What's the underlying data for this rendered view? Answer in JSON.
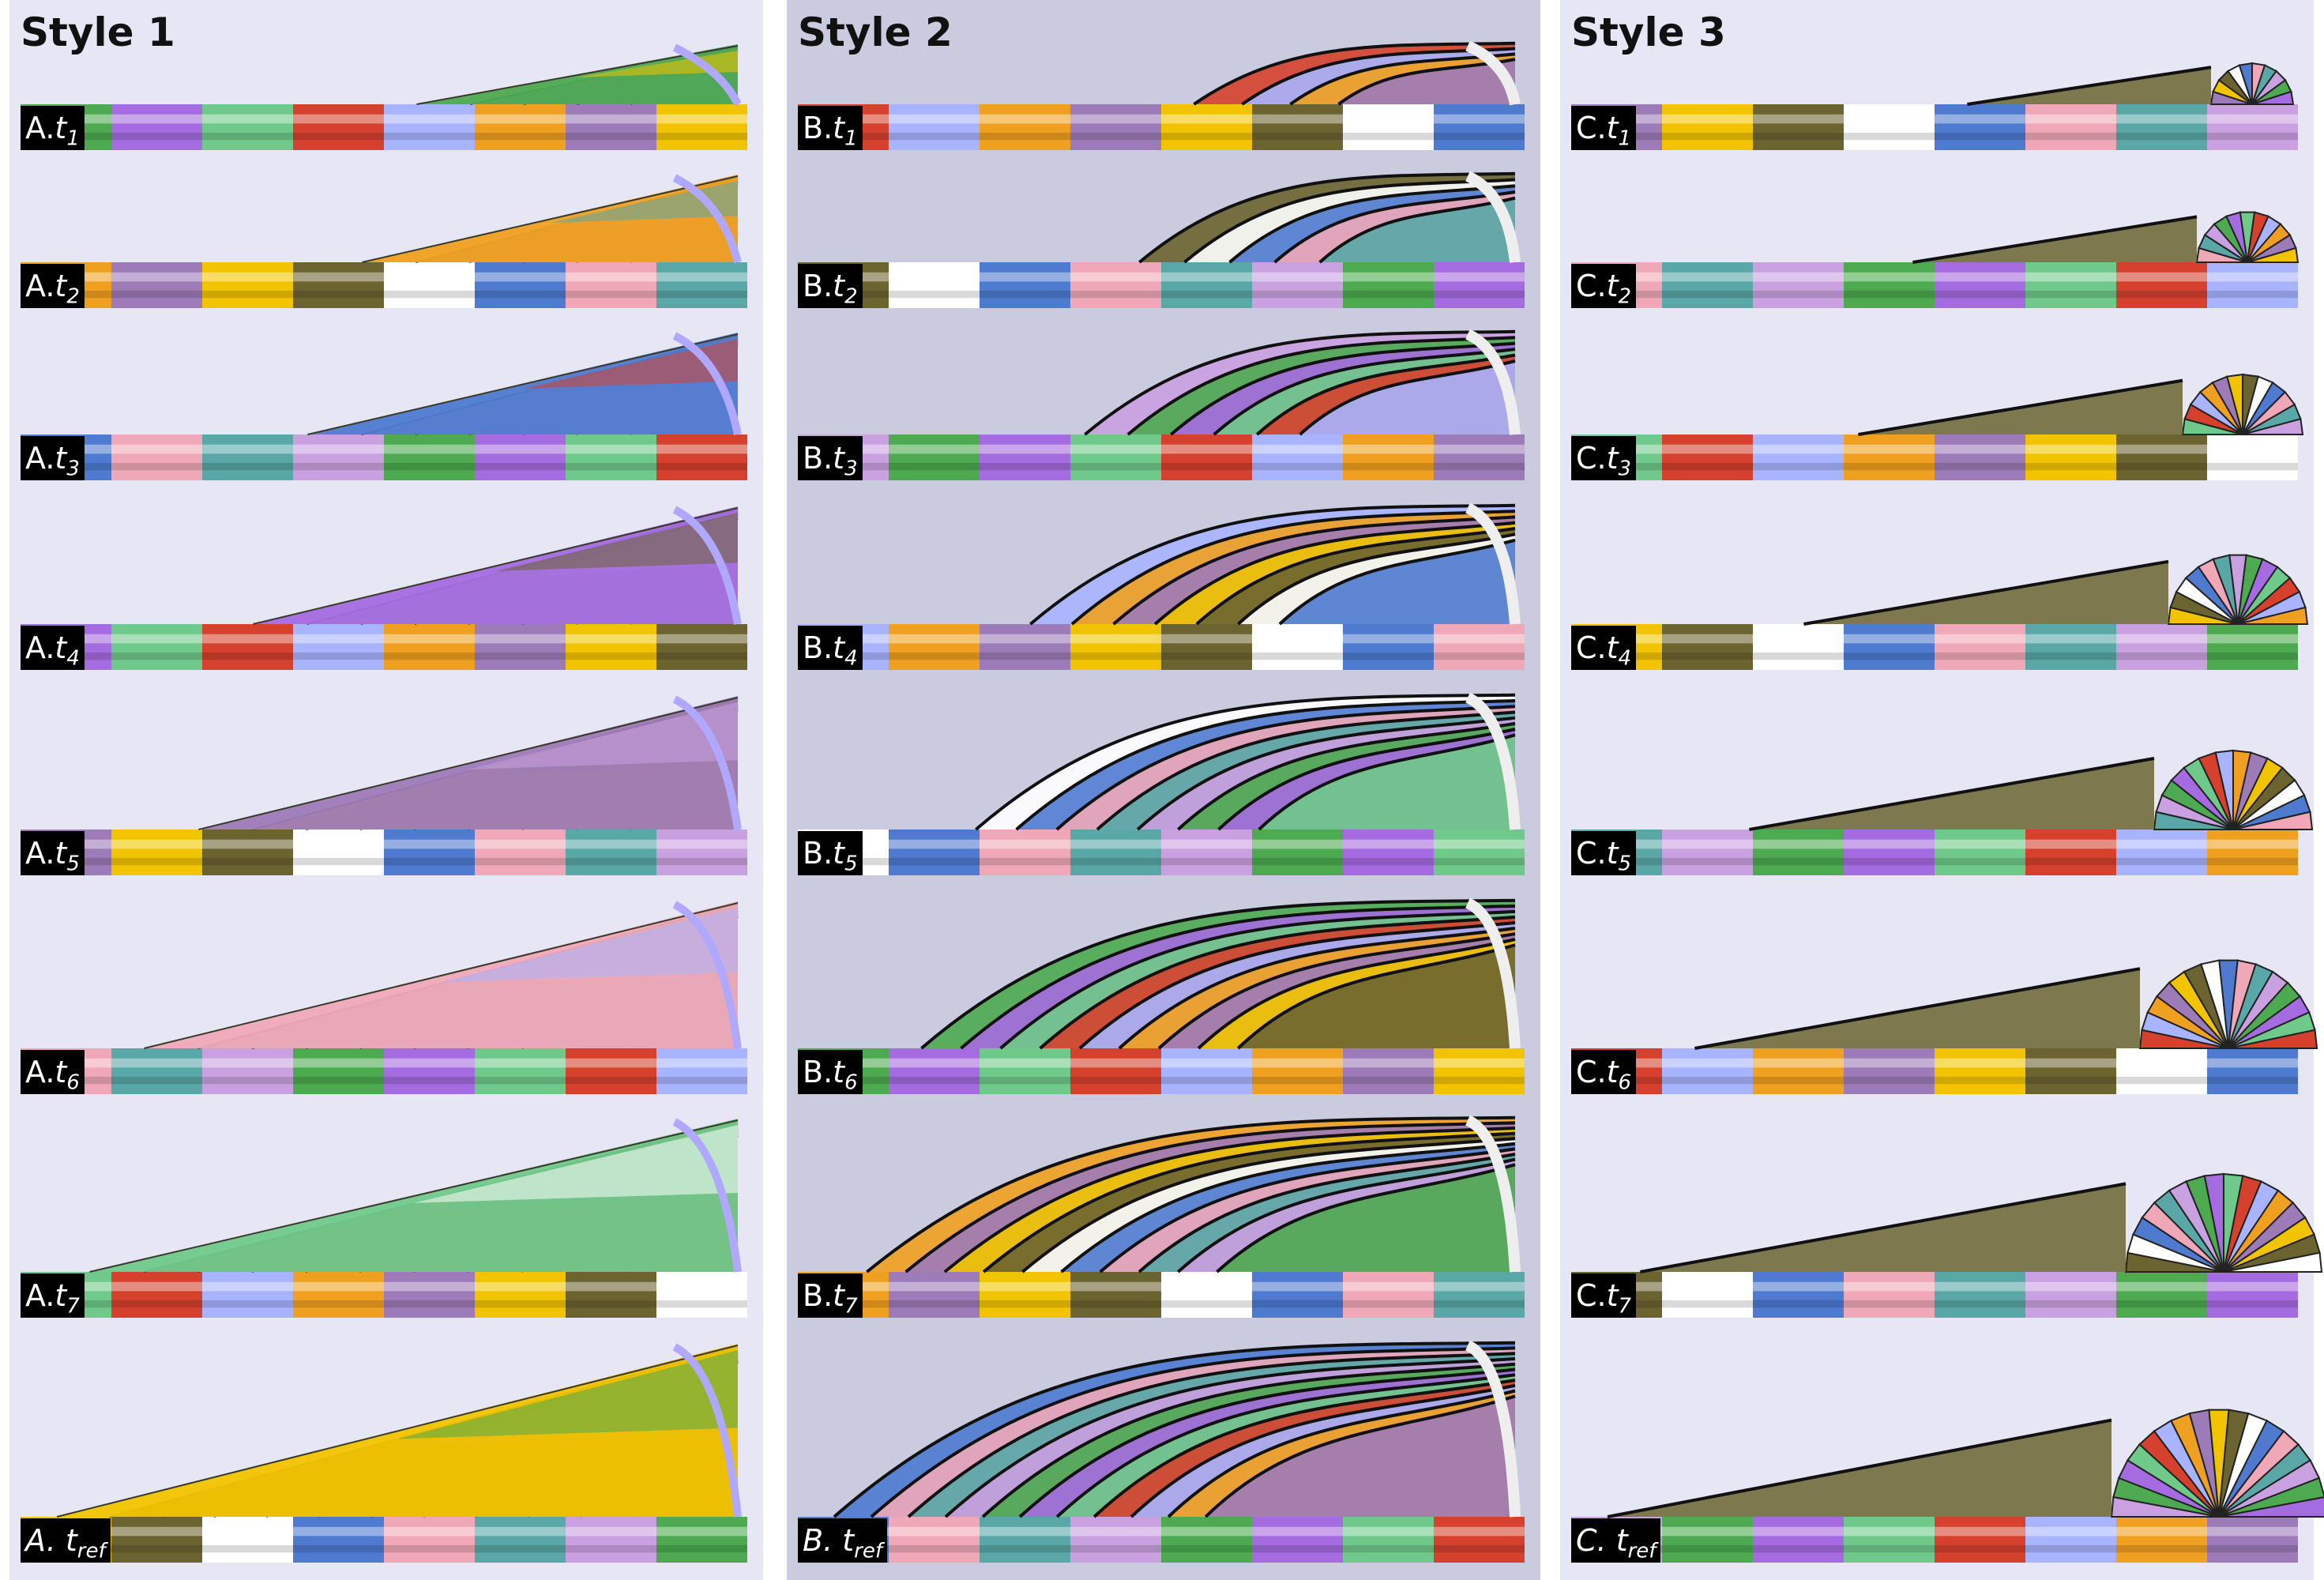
{
  "columns": [
    {
      "title": "Style 1",
      "background": "#e6e6f5",
      "style": "wedge",
      "panels": [
        {
          "prefix": "A.",
          "sub": "1",
          "level": 1
        },
        {
          "prefix": "A.",
          "sub": "2",
          "level": 2
        },
        {
          "prefix": "A.",
          "sub": "3",
          "level": 3
        },
        {
          "prefix": "A.",
          "sub": "4",
          "level": 4
        },
        {
          "prefix": "A.",
          "sub": "5",
          "level": 5
        },
        {
          "prefix": "A.",
          "sub": "6",
          "level": 6
        },
        {
          "prefix": "A.",
          "sub": "7",
          "level": 7
        },
        {
          "prefix": "A.",
          "sub": "ref",
          "level": 8
        }
      ]
    },
    {
      "title": "Style 2",
      "background": "#cbcbe0",
      "style": "hill",
      "panels": [
        {
          "prefix": "B.",
          "sub": "1",
          "level": 1
        },
        {
          "prefix": "B.",
          "sub": "2",
          "level": 2
        },
        {
          "prefix": "B.",
          "sub": "3",
          "level": 3
        },
        {
          "prefix": "B.",
          "sub": "4",
          "level": 4
        },
        {
          "prefix": "B.",
          "sub": "5",
          "level": 5
        },
        {
          "prefix": "B.",
          "sub": "6",
          "level": 6
        },
        {
          "prefix": "B.",
          "sub": "7",
          "level": 7
        },
        {
          "prefix": "B.",
          "sub": "ref",
          "level": 8
        }
      ]
    },
    {
      "title": "Style 3",
      "background": "#e6e6f5",
      "style": "spiral",
      "panels": [
        {
          "prefix": "C.",
          "sub": "1",
          "level": 1
        },
        {
          "prefix": "C.",
          "sub": "2",
          "level": 2
        },
        {
          "prefix": "C.",
          "sub": "3",
          "level": 3
        },
        {
          "prefix": "C.",
          "sub": "4",
          "level": 4
        },
        {
          "prefix": "C.",
          "sub": "5",
          "level": 5
        },
        {
          "prefix": "C.",
          "sub": "6",
          "level": 6
        },
        {
          "prefix": "C.",
          "sub": "7",
          "level": 7
        },
        {
          "prefix": "C.",
          "sub": "ref",
          "level": 8
        }
      ]
    }
  ],
  "palette": [
    "#4daa50",
    "#a56be0",
    "#6fc98a",
    "#d6412e",
    "#a8b4ff",
    "#f0a020",
    "#9d7ab8",
    "#f2c400",
    "#6b6430",
    "#ffffff",
    "#4e7ad0",
    "#f0a8b8",
    "#59a7a7",
    "#c9a0e0"
  ]
}
